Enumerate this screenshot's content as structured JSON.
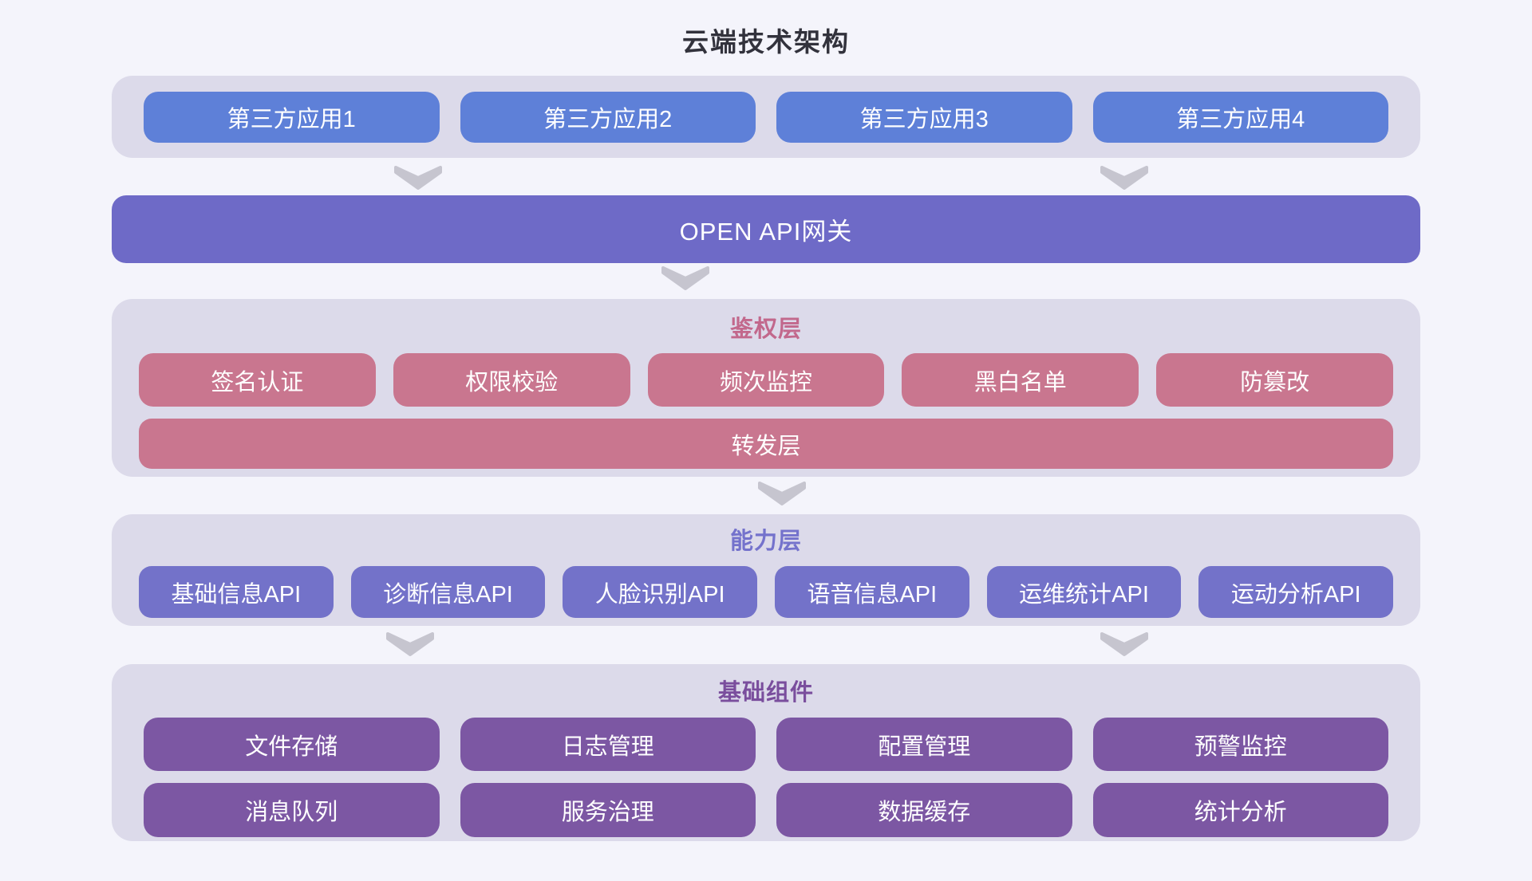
{
  "title": "云端技术架构",
  "colors": {
    "page_background": "#f4f4fb",
    "panel_background": "#dcdaea",
    "app_node": "#5e80d8",
    "gateway_bar": "#6e6ac7",
    "auth_node": "#c9768f",
    "auth_title": "#c2688c",
    "capability_node": "#7372c9",
    "capability_title": "#7472cc",
    "base_node": "#7c57a3",
    "base_title": "#7a4e9d",
    "arrow": "#c6c5cf",
    "title_text": "#32323c",
    "node_text": "#ffffff"
  },
  "sections": {
    "third_party": {
      "items": [
        "第三方应用1",
        "第三方应用2",
        "第三方应用3",
        "第三方应用4"
      ]
    },
    "gateway": {
      "label": "OPEN API网关"
    },
    "auth": {
      "title": "鉴权层",
      "items": [
        "签名认证",
        "权限校验",
        "频次监控",
        "黑白名单",
        "防篡改"
      ],
      "forward_label": "转发层"
    },
    "capability": {
      "title": "能力层",
      "items": [
        "基础信息API",
        "诊断信息API",
        "人脸识别API",
        "语音信息API",
        "运维统计API",
        "运动分析API"
      ]
    },
    "base": {
      "title": "基础组件",
      "row1": [
        "文件存储",
        "日志管理",
        "配置管理",
        "预警监控"
      ],
      "row2": [
        "消息队列",
        "服务治理",
        "数据缓存",
        "统计分析"
      ]
    }
  }
}
